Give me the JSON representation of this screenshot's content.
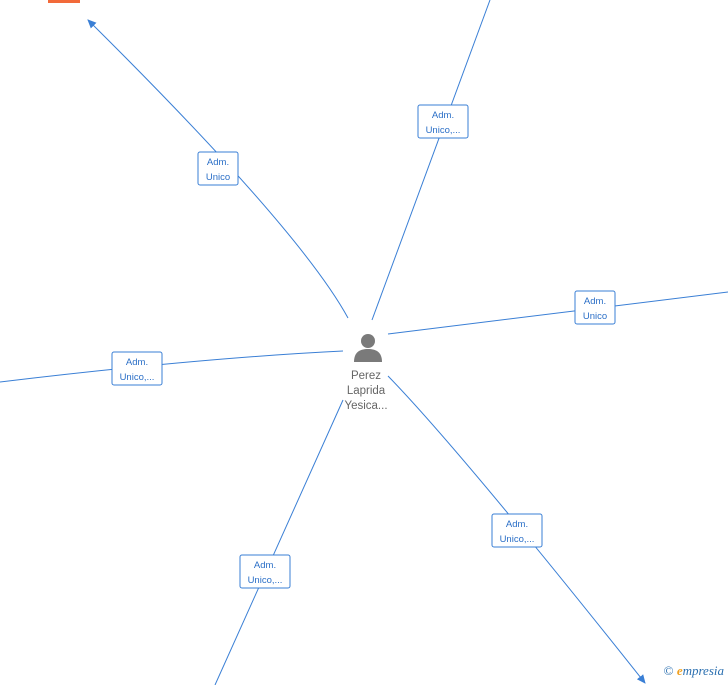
{
  "center_node": {
    "name_lines": [
      "Perez",
      "Laprida",
      "Yesica..."
    ],
    "icon": "person-icon"
  },
  "edges": [
    {
      "id": "nw",
      "label_lines": [
        "Adm.",
        "Unico"
      ]
    },
    {
      "id": "n",
      "label_lines": [
        "Adm.",
        "Unico,..."
      ]
    },
    {
      "id": "e",
      "label_lines": [
        "Adm.",
        "Unico"
      ]
    },
    {
      "id": "w",
      "label_lines": [
        "Adm.",
        "Unico,..."
      ]
    },
    {
      "id": "sw",
      "label_lines": [
        "Adm.",
        "Unico,..."
      ]
    },
    {
      "id": "se",
      "label_lines": [
        "Adm.",
        "Unico,..."
      ]
    }
  ],
  "watermark": {
    "copyright": "©",
    "brand_initial": "e",
    "brand_rest": "mpresia"
  },
  "colors": {
    "edge": "#3a7fd5",
    "company": "#f26a3a",
    "person": "#7a7a7a"
  }
}
